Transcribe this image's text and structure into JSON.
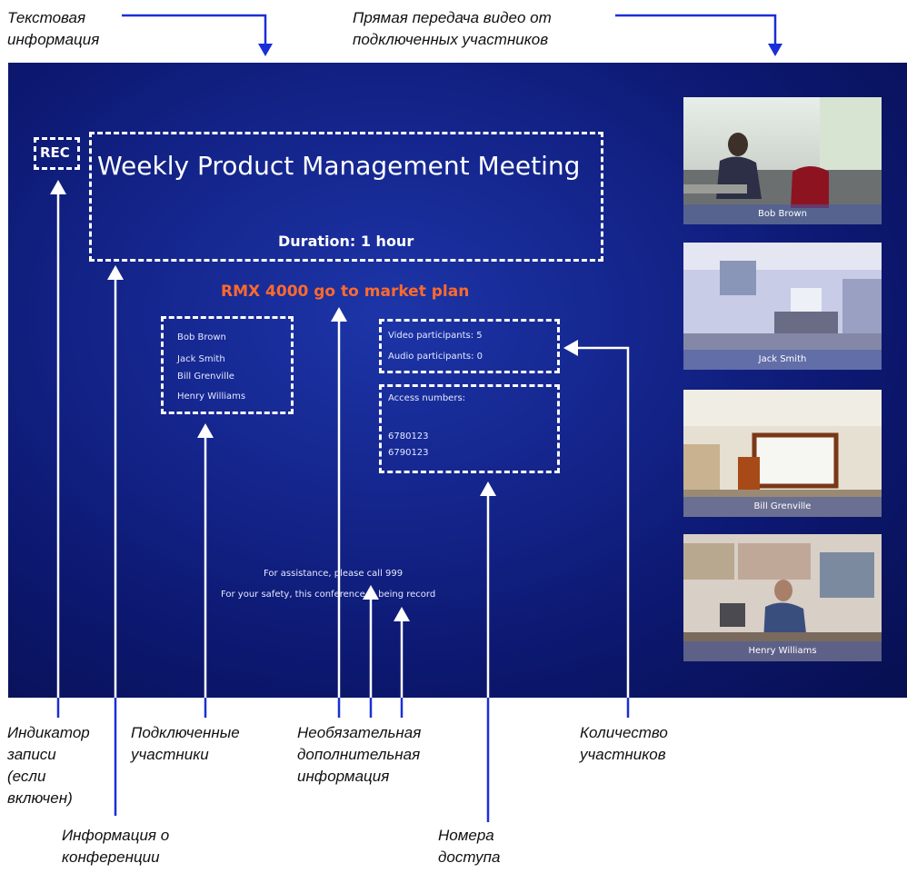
{
  "callouts": {
    "text_info": "Текстовая\nинформация",
    "live_video": "Прямая передача видео от\nподключенных участников",
    "rec_indicator": "Индикатор\nзаписи\n(если\nвключен)",
    "connected": "Подключенные\nучастники",
    "optional_info": "Необязательная\nдополнительная\nинформация",
    "participant_count": "Количество\nучастников",
    "conference_info": "Информация о\nконференции",
    "access_numbers": "Номера\nдоступа"
  },
  "screen": {
    "rec": "REC",
    "title": "Weekly Product Management Meeting",
    "duration": "Duration: 1 hour",
    "topic": "RMX 4000 go to market plan",
    "participants": [
      "Bob Brown",
      "Jack Smith",
      "Bill Grenville",
      "Henry Williams"
    ],
    "video_participants": "Video participants: 5",
    "audio_participants": "Audio participants: 0",
    "access_label": "Access numbers:",
    "access_numbers": [
      "6780123",
      "6790123"
    ],
    "assistance": "For assistance, please call 999",
    "safety": "For your safety, this conference is being record",
    "video_tiles": [
      "Bob Brown",
      "Jack Smith",
      "Bill Grenville",
      "Henry Williams"
    ]
  },
  "colors": {
    "screen_bg": "#0c1870",
    "topic": "#ff6a2a",
    "arrow_blue": "#1a2fd6",
    "arrow_white": "#ffffff"
  }
}
